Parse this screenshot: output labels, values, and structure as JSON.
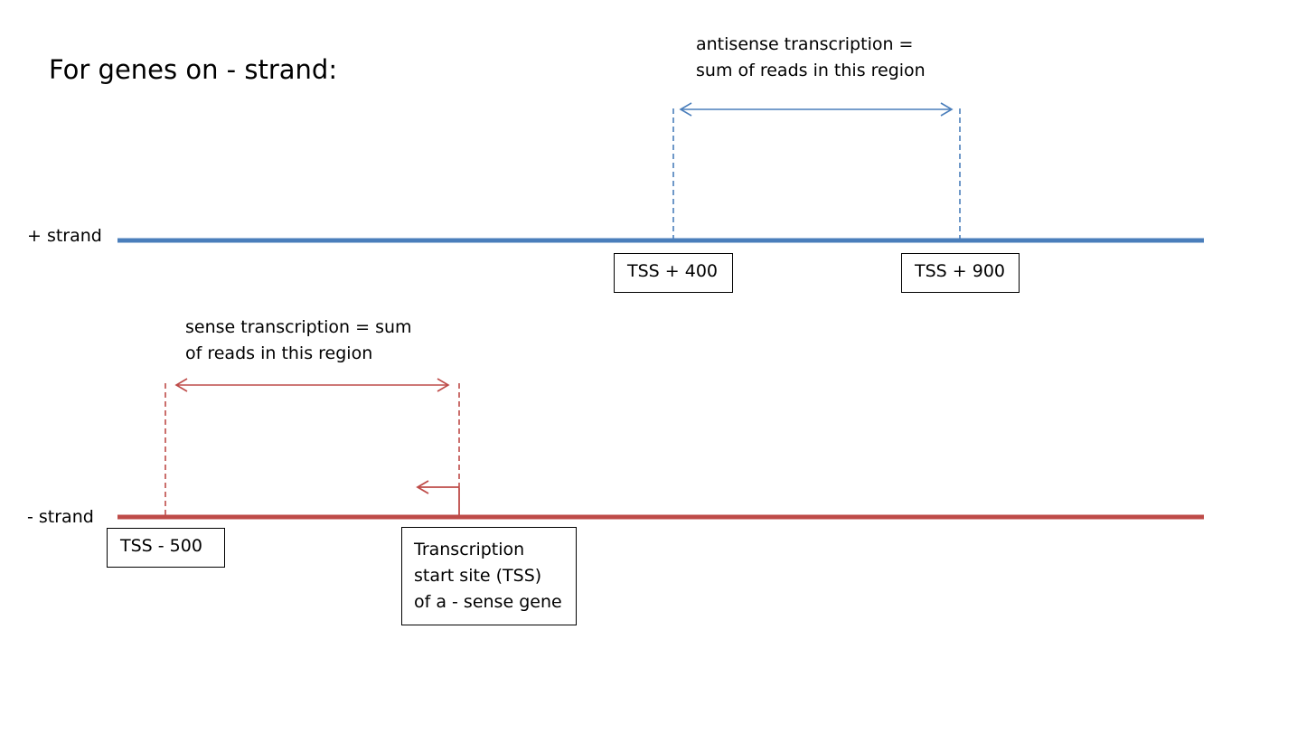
{
  "title": "For genes on - strand:",
  "colors": {
    "plus_strand": "#4a7ebb",
    "minus_strand": "#be4b48",
    "box_border": "#000000"
  },
  "plus_strand": {
    "label": "+ strand",
    "annotation": [
      "antisense transcription =",
      "sum of reads in this region"
    ],
    "markers": [
      "TSS + 400",
      "TSS + 900"
    ]
  },
  "minus_strand": {
    "label": "- strand",
    "annotation": [
      "sense transcription = sum",
      "of reads in this region"
    ],
    "markers": [
      "TSS - 500"
    ],
    "tss_box": [
      "Transcription",
      "start site (TSS)",
      "of a - sense gene"
    ]
  }
}
